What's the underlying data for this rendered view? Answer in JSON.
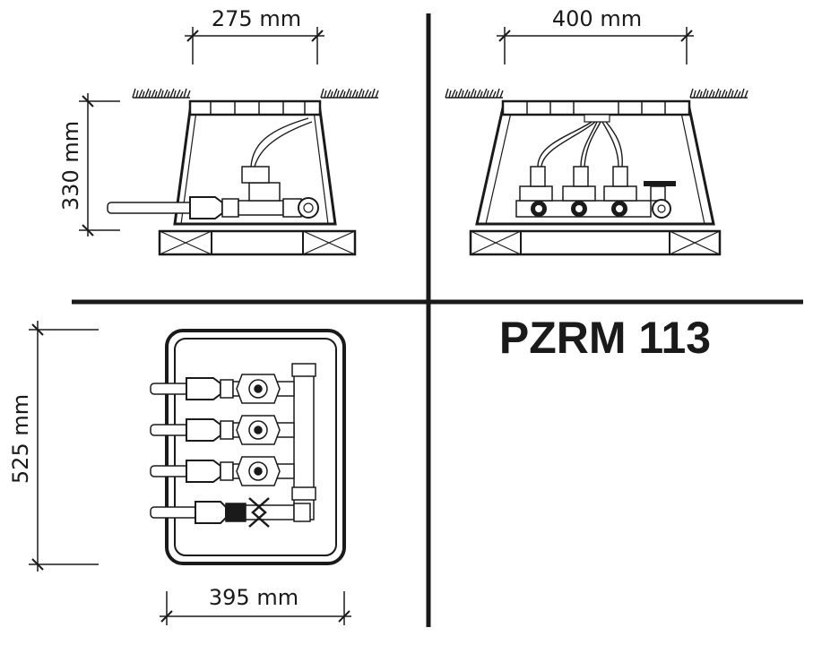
{
  "title": "PZRM 113",
  "dimensions": {
    "side_width": "275 mm",
    "side_height": "330 mm",
    "front_width": "400 mm",
    "top_height": "525 mm",
    "top_width": "395 mm"
  },
  "colors": {
    "ink": "#1a1a1a",
    "background": "#ffffff"
  }
}
